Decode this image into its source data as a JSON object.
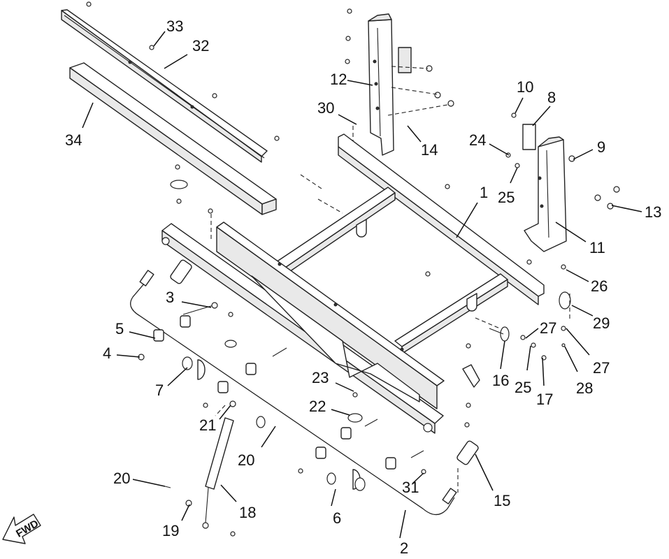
{
  "callouts": [
    {
      "id": "c1",
      "text": "1"
    },
    {
      "id": "c2",
      "text": "2"
    },
    {
      "id": "c3",
      "text": "3"
    },
    {
      "id": "c4",
      "text": "4"
    },
    {
      "id": "c5",
      "text": "5"
    },
    {
      "id": "c6",
      "text": "6"
    },
    {
      "id": "c7",
      "text": "7"
    },
    {
      "id": "c8",
      "text": "8"
    },
    {
      "id": "c9",
      "text": "9"
    },
    {
      "id": "c10",
      "text": "10"
    },
    {
      "id": "c11",
      "text": "11"
    },
    {
      "id": "c12",
      "text": "12"
    },
    {
      "id": "c13",
      "text": "13"
    },
    {
      "id": "c14",
      "text": "14"
    },
    {
      "id": "c15",
      "text": "15"
    },
    {
      "id": "c16",
      "text": "16"
    },
    {
      "id": "c17",
      "text": "17"
    },
    {
      "id": "c18",
      "text": "18"
    },
    {
      "id": "c19",
      "text": "19"
    },
    {
      "id": "c20a",
      "text": "20"
    },
    {
      "id": "c20b",
      "text": "20"
    },
    {
      "id": "c21",
      "text": "21"
    },
    {
      "id": "c22",
      "text": "22"
    },
    {
      "id": "c23",
      "text": "23"
    },
    {
      "id": "c24",
      "text": "24"
    },
    {
      "id": "c25a",
      "text": "25"
    },
    {
      "id": "c25b",
      "text": "25"
    },
    {
      "id": "c26",
      "text": "26"
    },
    {
      "id": "c27a",
      "text": "27"
    },
    {
      "id": "c27b",
      "text": "27"
    },
    {
      "id": "c28",
      "text": "28"
    },
    {
      "id": "c29",
      "text": "29"
    },
    {
      "id": "c30",
      "text": "30"
    },
    {
      "id": "c31",
      "text": "31"
    },
    {
      "id": "c32",
      "text": "32"
    },
    {
      "id": "c33",
      "text": "33"
    },
    {
      "id": "c34",
      "text": "34"
    }
  ],
  "direction_indicator": {
    "label": "FWD",
    "icon": "arrow-left-down-icon"
  },
  "colors": {
    "line": "#222222",
    "background": "#ffffff"
  }
}
